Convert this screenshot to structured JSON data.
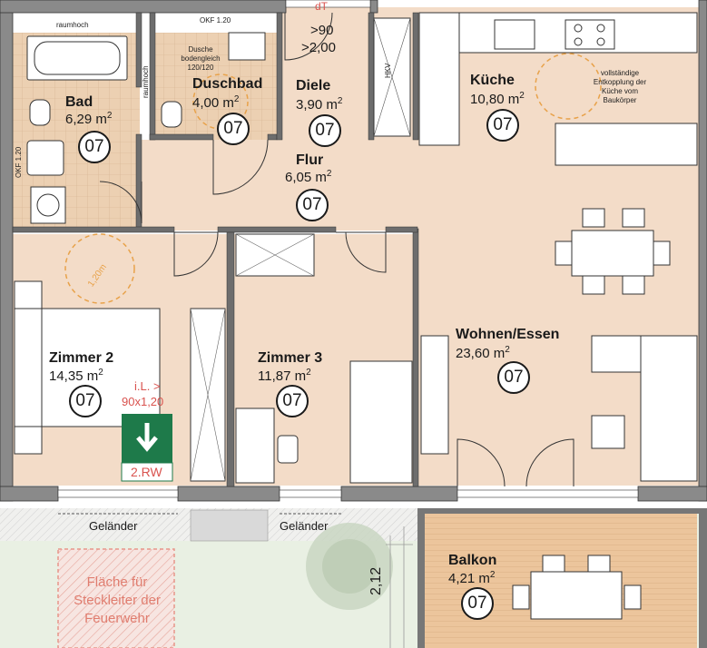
{
  "colors": {
    "floor": "#f3dcc8",
    "wall": "#555555",
    "tile": "#e8c9aa",
    "terrace": "#e9c297",
    "accent_red": "#d9534f",
    "exit_green": "#1e7a4a",
    "grass": "#e6efe0",
    "marker_orange": "#e8a24a"
  },
  "rooms": {
    "bad": {
      "name": "Bad",
      "area": "6,29 m",
      "unit": "07"
    },
    "duschbad": {
      "name": "Duschbad",
      "area": "4,00 m",
      "unit": "07"
    },
    "diele": {
      "name": "Diele",
      "area": "3,90 m",
      "unit": "07"
    },
    "kueche": {
      "name": "Küche",
      "area": "10,80 m",
      "unit": "07"
    },
    "flur": {
      "name": "Flur",
      "area": "6,05 m",
      "unit": "07"
    },
    "zimmer2": {
      "name": "Zimmer 2",
      "area": "14,35 m",
      "unit": "07"
    },
    "zimmer3": {
      "name": "Zimmer 3",
      "area": "11,87 m",
      "unit": "07"
    },
    "wohnen": {
      "name": "Wohnen/Essen",
      "area": "23,60 m",
      "unit": "07"
    },
    "balkon": {
      "name": "Balkon",
      "area": "4,21 m",
      "unit": "07"
    }
  },
  "area_superscript": "2",
  "notes": {
    "raumhoch_top": "raumhoch",
    "okf_top": "OKF 1.20",
    "okf_left": "OKF 1.20",
    "raumhoch_side": "raumhoch",
    "dusche": "Dusche bodengleich 120/120",
    "dt": "dT",
    "diele_height_1": ">90",
    "diele_height_2": ">2,00",
    "hkv": "HKV",
    "kueche_note": "vollständige Entkopplung der Küche vom Baukörper",
    "turning_circle": "1,20m",
    "exit_dim_1": "i.L. >",
    "exit_dim_2": "90x1,20",
    "exit_label": "2.RW",
    "gelaender_left": "Geländer",
    "gelaender_right": "Geländer",
    "dimension_212": "2,12",
    "feuerwehr": "Fläche für Steckleiter der Feuerwehr"
  }
}
